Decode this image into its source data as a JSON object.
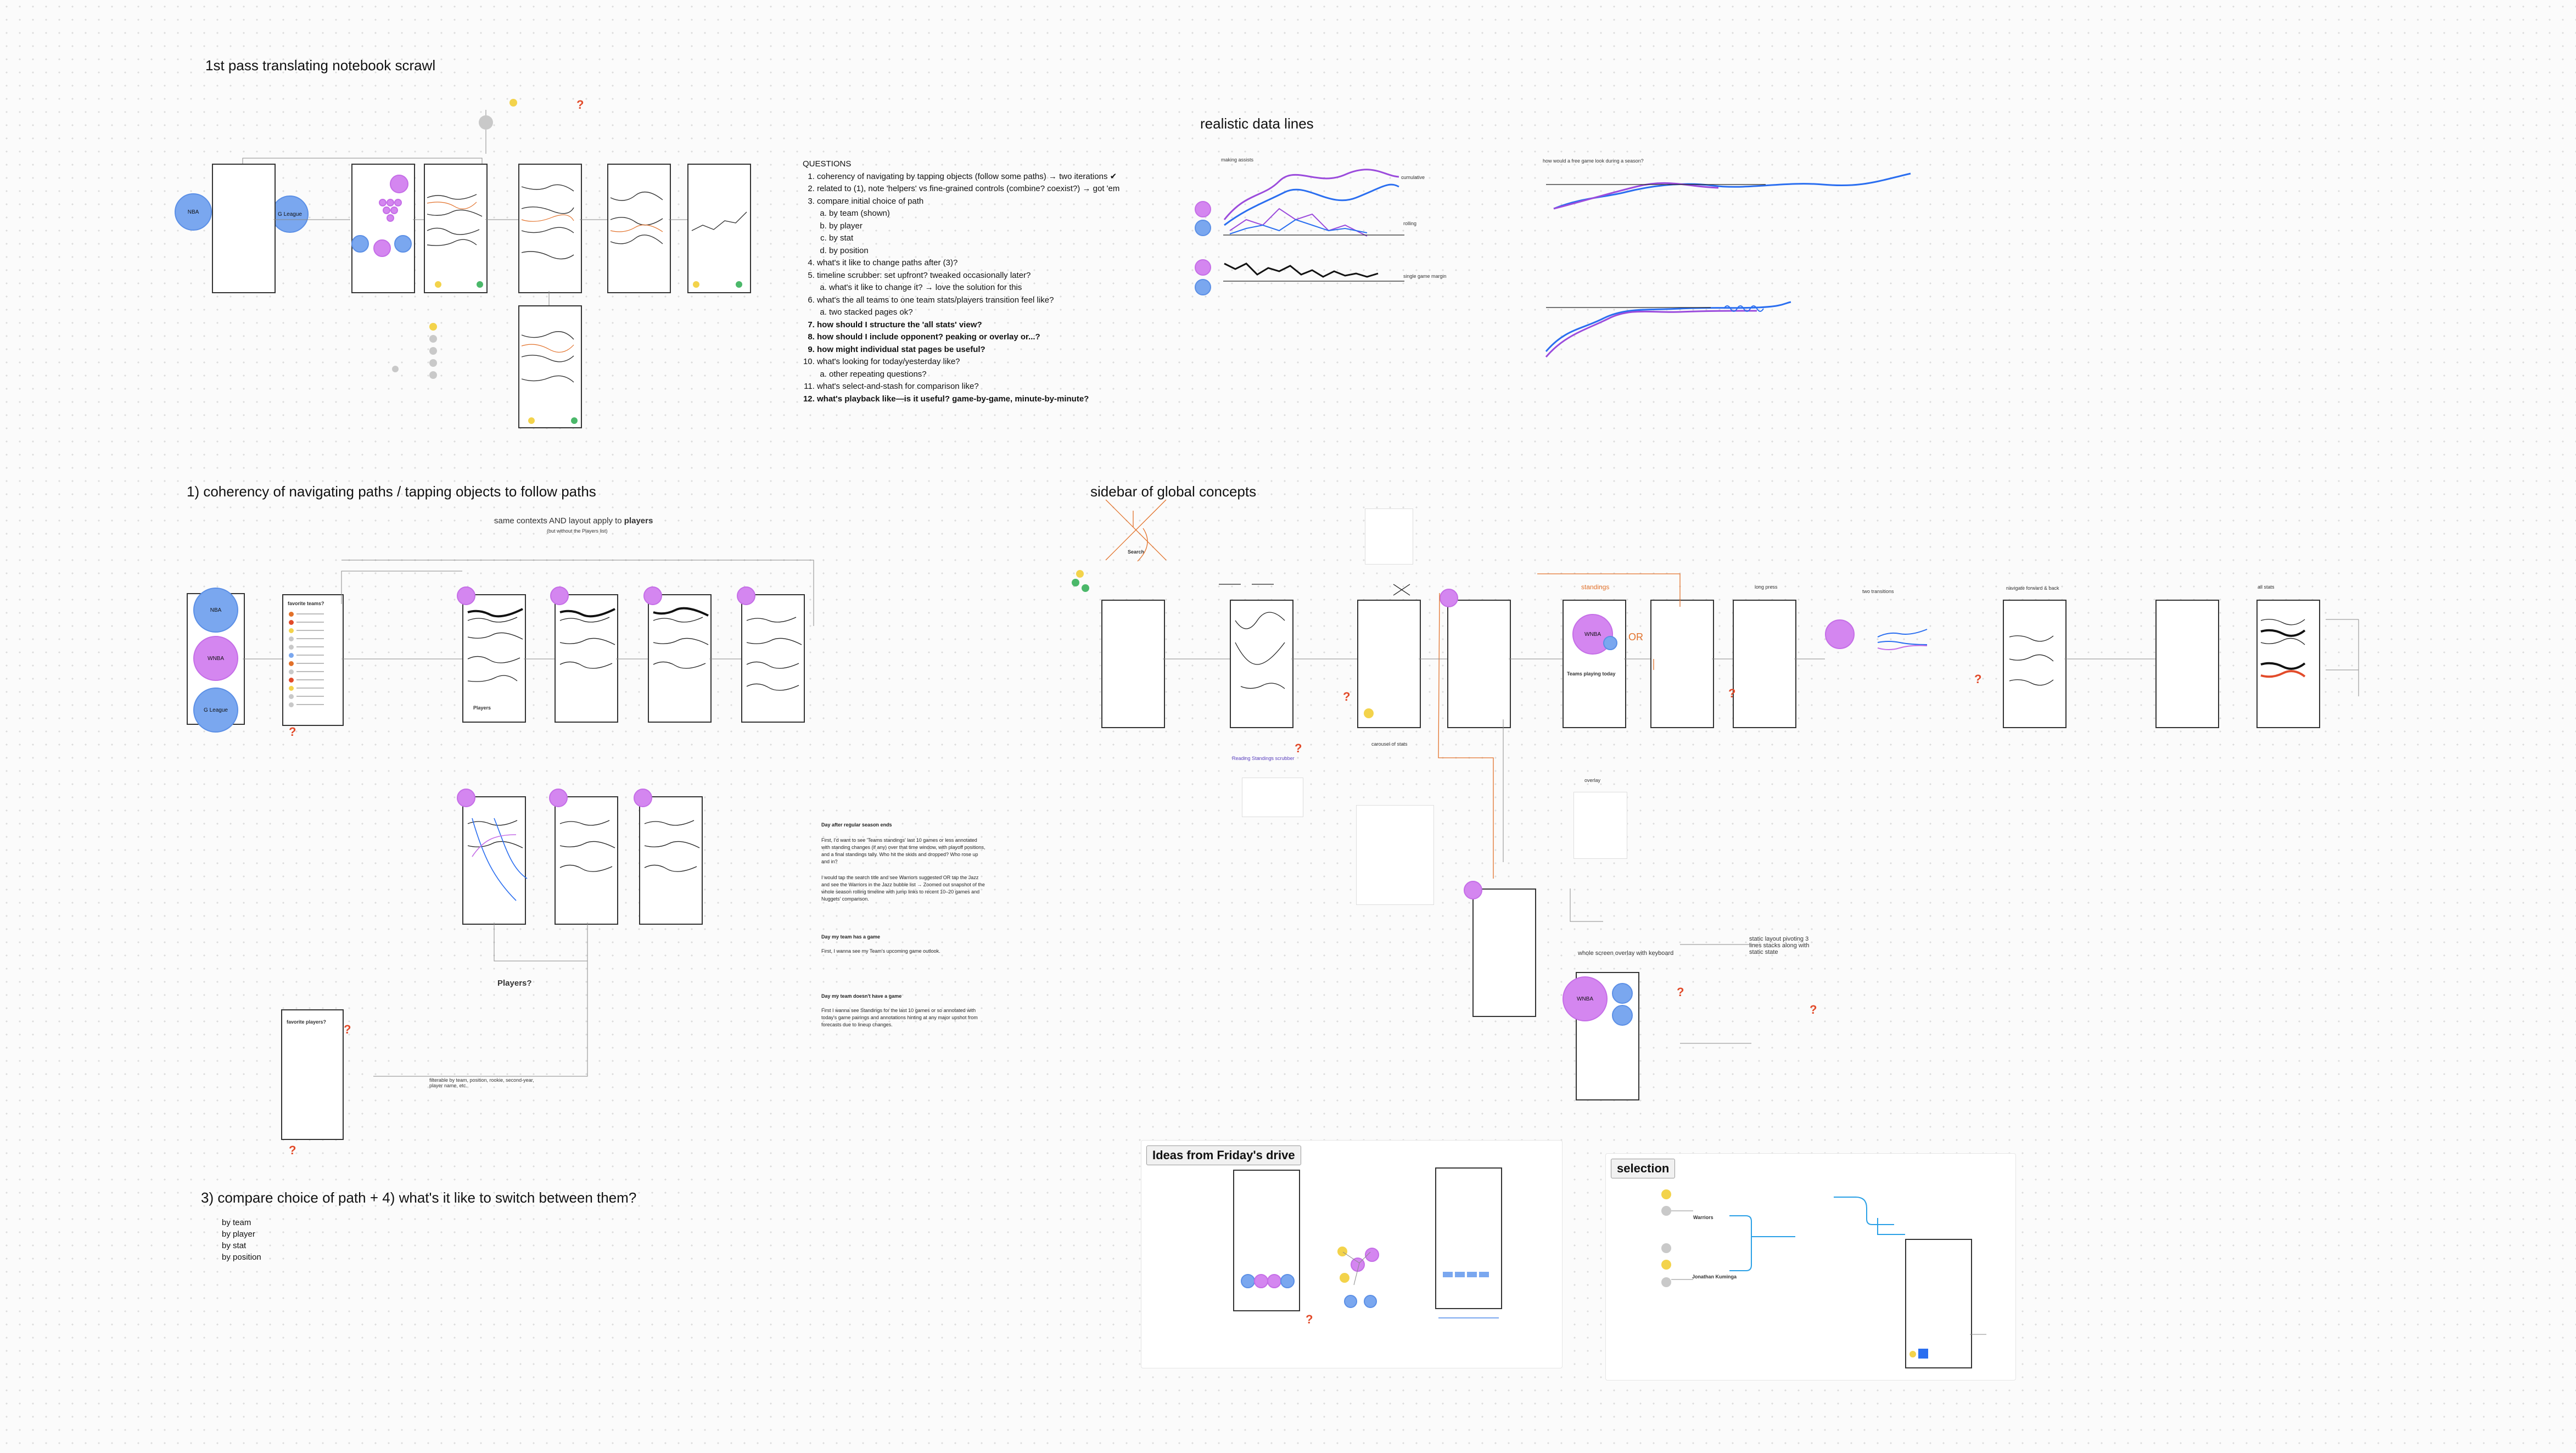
{
  "sections": {
    "s1": "1st pass translating notebook scrawl",
    "s2": "realistic data lines",
    "s3": "1) coherency of navigating paths / tapping objects to follow paths",
    "s4": "sidebar of global concepts",
    "s5": "3) compare choice of path + 4) what's it like to switch between them?",
    "s6": "Ideas from Friday's drive",
    "s7": "selection"
  },
  "questions": {
    "heading": "QUESTIONS",
    "items": [
      {
        "text": "coherency of navigating by tapping objects (follow some paths) → two iterations ✔"
      },
      {
        "text": "related to (1), note 'helpers' vs fine-grained controls (combine? coexist?) → got 'em"
      },
      {
        "text": "compare initial choice of path",
        "sub": [
          "by team (shown)",
          "by player",
          "by stat",
          "by position"
        ]
      },
      {
        "text": "what's it like to change paths after (3)?"
      },
      {
        "text": "timeline scrubber: set upfront? tweaked occasionally later?",
        "sub": [
          "what's it like to change it? → love the solution for this"
        ]
      },
      {
        "text": "what's the all teams to one team stats/players transition feel like?",
        "sub": [
          "two stacked pages ok?"
        ]
      },
      {
        "text": "how should I structure the 'all stats' view?",
        "bold": true
      },
      {
        "text": "how should I include opponent? peaking or overlay or...?",
        "bold": true
      },
      {
        "text": "how might individual stat pages be useful?",
        "bold": true
      },
      {
        "text": "what's looking for today/yesterday like?",
        "sub": [
          "other repeating questions?"
        ]
      },
      {
        "text": "what's select-and-stash for comparison like?"
      },
      {
        "text": "what's playback like—is it useful? game-by-game, minute-by-minute?",
        "bold": true
      }
    ]
  },
  "path_list": [
    "by team",
    "by player",
    "by stat",
    "by position"
  ],
  "labels": {
    "same_contexts": "same contexts AND layout apply to",
    "players_word": "players",
    "but_without": "(but without the Players list)",
    "players_q": "Players?",
    "filterable": "filterable by team, position, rookie, second-year, player name, etc.",
    "favorite_teams": "favorite teams?",
    "favorite_players": "favorite players?",
    "players_label": "Players",
    "day_after": "Day after regular season ends",
    "day_after_body": "First, I'd want to see 'Teams standings' last 10 games or less annotated with standing changes (if any) over that time window, with playoff positions, and a final standings tally. Who hit the skids and dropped? Who rose up and in?",
    "day_after_body2": "I would tap the search title and see Warriors suggested OR tap the Jazz and see the Warriors in the Jazz bubble list → Zoomed out snapshot of the whole season rolling timeline with jump links to recent 10–20 games and Nuggets' comparison.",
    "day_has_game": "Day my team has a game",
    "day_has_game_body": "First, I wanna see my Team's upcoming game outlook.",
    "day_no_game": "Day my team doesn't have a game",
    "day_no_game_body": "First I wanna see Standings for the last 10 games or so annotated with today's game pairings and annotations hinting at any major upshot from forecasts due to lineup changes.",
    "cumulative": "cumulative",
    "rolling": "rolling",
    "single_game": "single game margin",
    "making_assists": "making assists",
    "season_q": "how would a free game look during a season?",
    "nba": "NBA",
    "wnba": "WNBA",
    "g_league": "G League",
    "teams_playing_today": "Teams playing today",
    "standings": "standings",
    "or": "OR",
    "warriors": "Warriors",
    "jonathan": "Jonathan Kuminga",
    "search": "Search",
    "whole_screen": "whole screen overlay with keyboard",
    "static_layout": "static layout pivoting 3 lines stacks along with static state",
    "long_press": "long press",
    "two_transitions": "two transitions",
    "navigate": "navigate forward & back",
    "all_stats": "all stats",
    "overlay": "overlay",
    "carousel": "carousel of stats",
    "real_time": "Reading Standings scrubber"
  },
  "colors": {
    "blue": "#7aa7ef",
    "purple": "#d486f0",
    "orange": "#e2712a",
    "red_q": "#e24b2a",
    "line_purple": "#9b4bdc",
    "line_blue": "#2a6ef0"
  }
}
